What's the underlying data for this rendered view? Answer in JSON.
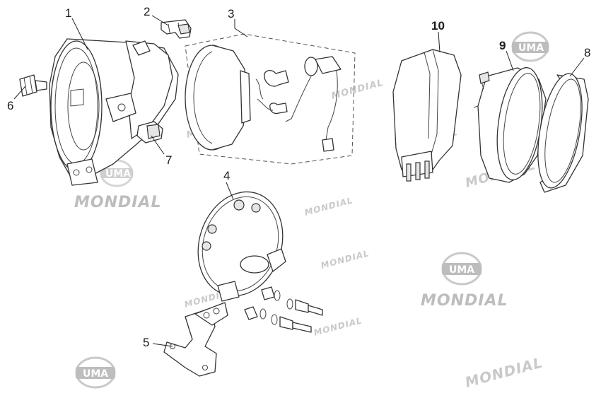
{
  "callouts": {
    "c1": "1",
    "c2": "2",
    "c3": "3",
    "c4": "4",
    "c5": "5",
    "c6": "6",
    "c7": "7",
    "c8": "8",
    "c9": "9",
    "c10": "10"
  },
  "watermarks": {
    "brand": "MONDIAL",
    "logo": "UMA"
  }
}
